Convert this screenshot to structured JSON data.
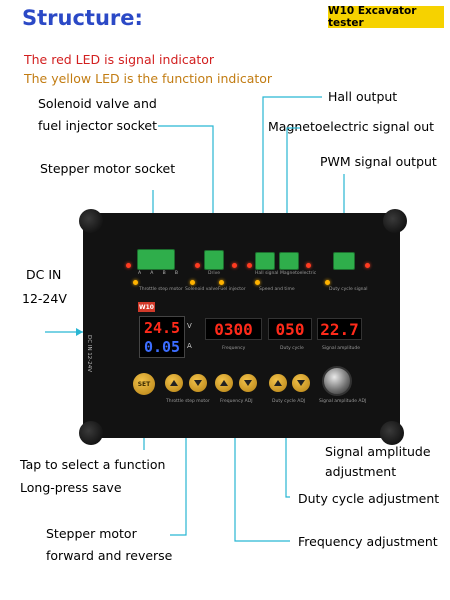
{
  "header": {
    "title": "Structure:",
    "badge": "W10  Excavator tester"
  },
  "legend": {
    "red": "The red LED is signal indicator",
    "yellow": "The yellow LED is the function indicator"
  },
  "labels": {
    "solenoid1": "Solenoid valve and",
    "solenoid2": "fuel injector socket",
    "hall": "Hall output",
    "magneto": "Magnetoelectric signal out",
    "stepper": "Stepper motor socket",
    "pwm": "PWM signal output",
    "dc1": "DC  IN",
    "dc2": "12-24V",
    "tap1": "Tap to select a function",
    "tap2": "Long-press save",
    "sigamp1": "Signal amplitude",
    "sigamp2": "adjustment",
    "duty": "Duty cycle adjustment",
    "freq": "Frequency adjustment",
    "stepmotor1": "Stepper motor",
    "stepmotor2": "forward and reverse"
  },
  "device": {
    "model": "W10",
    "dc_vertical": "DC IN 12-24V",
    "voltage": "24.5",
    "current": "0.05",
    "unit_v": "V",
    "unit_a": "A",
    "frequency": "0300",
    "duty": "050",
    "amplitude": "22.7",
    "set": "SET",
    "cap_frequency": "Frequency",
    "cap_duty": "Duty cycle",
    "cap_amplitude": "Signal amplitude",
    "cap_throttle": "Throttle step motor",
    "cap_solenoid": "Solenoid valve",
    "cap_fuel": "Fuel injector",
    "cap_speed": "Speed and time",
    "cap_dutysig": "Duty cycle signal",
    "cap_hall": "Hall signal",
    "cap_magneto": "Magnetoelectric",
    "cap_drive": "Drive",
    "cap_step_btn": "Throttle step motor",
    "cap_freq_btn": "Frequency ADJ",
    "cap_duty_btn": "Duty cycle ADJ",
    "cap_amp_btn": "Signal amplitude ADJ",
    "pins": [
      "A",
      "A",
      "B",
      "B"
    ]
  },
  "colors": {
    "title": "#2b49c6",
    "red_led": "#ff3b20",
    "yellow_led": "#ffb300",
    "callout_line": "#29b6d3",
    "badge_bg": "#f6d200"
  }
}
